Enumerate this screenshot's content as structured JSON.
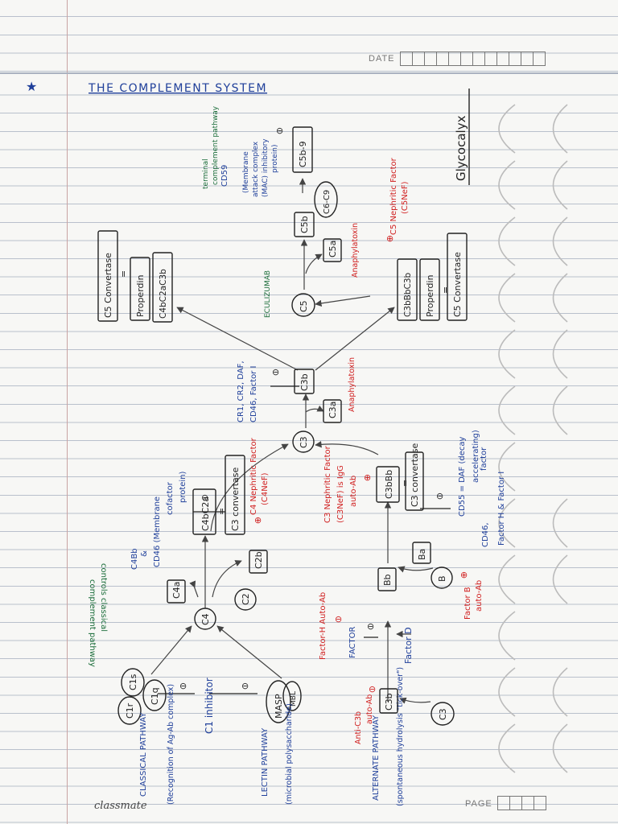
{
  "header": {
    "date_label": "DATE",
    "page_label": "PAGE",
    "brand": "classmate",
    "star": "★"
  },
  "title": "THE COMPLEMENT SYSTEM",
  "glycocalyx": "Glycocalyx",
  "pathways": {
    "classical": {
      "name": "CLASSICAL PATHWAY",
      "note": "(Recognition of Ag-Ab complex)",
      "molecules": [
        "C1r",
        "C1s",
        "C1q"
      ]
    },
    "lectin": {
      "name": "LECTIN PATHWAY",
      "note": "(microbial polysaccharide)",
      "molecules": [
        "MASP",
        "MBL"
      ]
    },
    "alternate": {
      "name": "ALTERNATE PATHWAY",
      "note": "(spontaneous hydrolysis \"tick-over\")"
    }
  },
  "nodes": {
    "c4": "C4",
    "c2": "C2",
    "c4a": "C4a",
    "c2b": "C2b",
    "c4b2a": "C4bC2a",
    "c3_conv_classical": "C3 convertase",
    "eq1": "=",
    "c3": "C3",
    "c3a": "C3a",
    "c3b": "C3b",
    "c5": "C5",
    "c5a": "C5a",
    "c5b": "C5b",
    "c6c9": "C6-C9",
    "c5b9": "C5b-9",
    "c5_conv_top": "C5 Convertase",
    "eq2": "=",
    "properdin_top": "Properdin",
    "c4b2a3b": "C4bC2aC3b",
    "c3bbbc3b": "C3bBbC3b",
    "properdin_bottom": "Properdin",
    "eq3": "=",
    "c5_conv_bottom": "C5 Convertase",
    "alt_c3": "C3",
    "alt_c3b": "C3b",
    "bb": "Bb",
    "ba": "Ba",
    "b": "B",
    "c3bbb": "C3bBb",
    "eq4": "=",
    "c3_conv_alt": "C3 convertase"
  },
  "regulators": {
    "c1_inhibitor": "C1 inhibitor",
    "factor_h": "FACTOR",
    "factor_d": "Factor D",
    "c4b_cd46": [
      "C4Bb",
      "&",
      "CD46 (Membrane",
      "cofactor",
      "protein)"
    ],
    "c3b_regs": [
      "CR1, CR2, DAF,",
      "CD46, Factor I"
    ],
    "cd55": [
      "CD55 = DAF (decay",
      "accelerating)",
      "factor"
    ],
    "cd46_fh_fi": [
      "CD46,",
      "Factor H & Factor I"
    ],
    "cd59": "CD59",
    "mac": [
      "(Membrane",
      "attack complex",
      "(MAC) inhibitory",
      "protein)"
    ],
    "eculizumab": "ECULIZUMAB"
  },
  "red_notes": {
    "c4_nephritic": [
      "C4 Nephritic Factor",
      "(C4NeF)"
    ],
    "c3_nephritic": [
      "C3 Nephritic Factor",
      "(C3NeF) is IgG",
      "auto-Ab"
    ],
    "factor_h_auto": "Factor-H Auto-Ab",
    "anti_c3b": [
      "Anti-C3b",
      "auto-Ab"
    ],
    "factor_b_auto": [
      "Factor B",
      "auto-Ab"
    ],
    "c5_nephritic": [
      "C5 Nephritic Factor",
      "(C5NeF)"
    ],
    "anaphylatoxin_c3a": "Anaphylatoxin",
    "anaphylatoxin_c5a": "Anaphylatoxin"
  },
  "green_notes": {
    "classical_pathway": [
      "controls classical",
      "complement pathway"
    ],
    "terminal_pathway": [
      "terminal",
      "complement pathway"
    ]
  },
  "symbols": {
    "inhibit": "⊖",
    "promote": "⊕"
  },
  "colors": {
    "blue_ink": "#1f3f9a",
    "black_ink": "#222222",
    "red_ink": "#d02020",
    "green_ink": "#1b6d3a"
  }
}
